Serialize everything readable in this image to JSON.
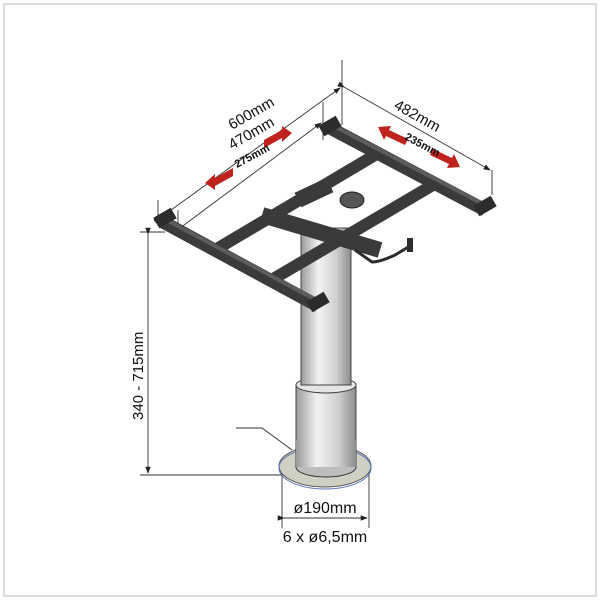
{
  "dimensions": {
    "overall_width": "600mm",
    "inner_width": "470mm",
    "travel_width": "275mm",
    "depth": "482mm",
    "travel_depth": "235mm",
    "height_range": "340 - 715mm",
    "base_diameter": "ø190mm",
    "mounting_holes": "6 x ø6,5mm"
  },
  "colors": {
    "frame": "#3a3a3a",
    "column": "#d8d8d8",
    "arrow": "#c0231e",
    "base_plate": "#cfcfc4"
  }
}
